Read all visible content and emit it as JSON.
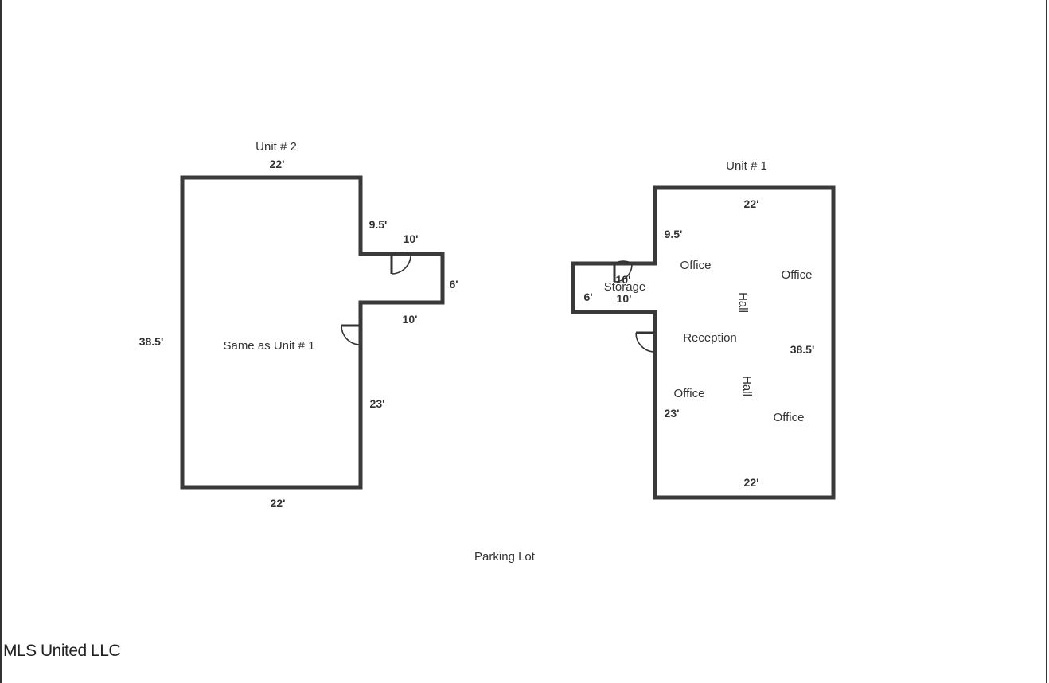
{
  "watermark": "MLS United LLC",
  "parking_lot": "Parking Lot",
  "unit2": {
    "title": "Unit # 2",
    "note": "Same as Unit # 1",
    "dims": {
      "top": "22'",
      "notch_side": "9.5'",
      "bump_top": "10'",
      "bump_end": "6'",
      "bump_bottom": "10'",
      "left": "38.5'",
      "lower_side": "23'",
      "bottom": "22'"
    }
  },
  "unit1": {
    "title": "Unit # 1",
    "rooms": {
      "office_1": "Office",
      "office_2": "Office",
      "office_3": "Office",
      "office_4": "Office",
      "hall_1": "Hall",
      "hall_2": "Hall",
      "reception": "Reception",
      "storage": "Storage"
    },
    "dims": {
      "top": "22'",
      "notch_side": "9.5'",
      "bump_top": "10'",
      "bump_end": "6'",
      "bump_bottom": "10'",
      "right": "38.5'",
      "lower_side": "23'",
      "bottom": "22'"
    }
  }
}
